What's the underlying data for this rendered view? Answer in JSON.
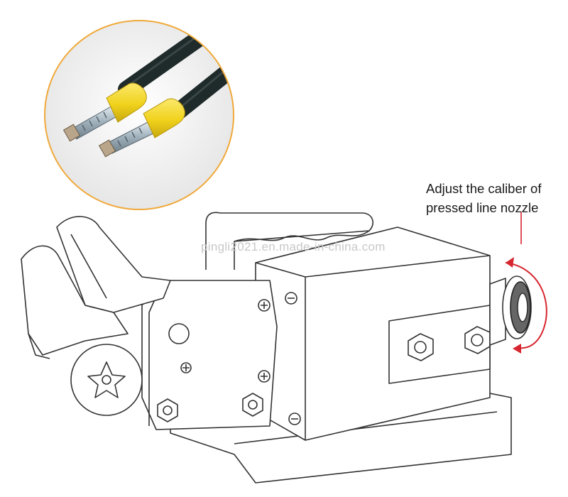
{
  "callout": {
    "line1": "Adjust the caliber of",
    "line2": "pressed line nozzle"
  },
  "watermark": "pingli2021.en.made-in-china.com",
  "colors": {
    "circle_border": "#f0a93a",
    "arrow": "#d6262f",
    "ferrule": "#f3d82a",
    "cable": "#1f2a2a",
    "line_art": "#333333"
  }
}
